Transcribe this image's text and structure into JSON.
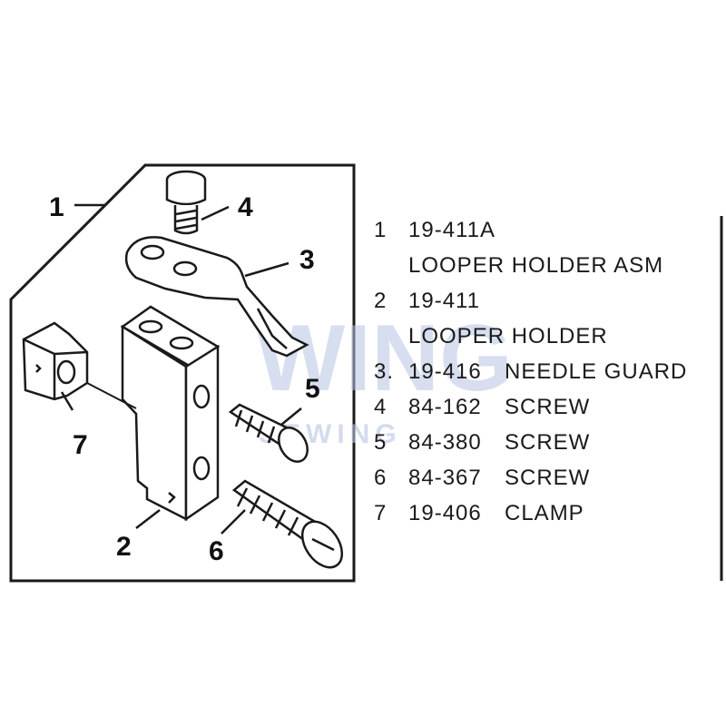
{
  "callouts": {
    "c1": "1",
    "c2": "2",
    "c3": "3",
    "c4": "4",
    "c5": "5",
    "c6": "6",
    "c7": "7"
  },
  "watermark": {
    "main": "WING",
    "sub": "SEWING"
  },
  "parts": [
    {
      "num": "1",
      "code": "19-411A",
      "name": "LOOPER HOLDER ASM"
    },
    {
      "num": "2",
      "code": "19-411",
      "name": "LOOPER HOLDER"
    },
    {
      "num": "3.",
      "code": "19-416",
      "name": "NEEDLE GUARD"
    },
    {
      "num": "4",
      "code": "84-162",
      "name": "SCREW"
    },
    {
      "num": "5",
      "code": "84-380",
      "name": "SCREW"
    },
    {
      "num": "6",
      "code": "84-367",
      "name": "SCREW"
    },
    {
      "num": "7",
      "code": "19-406",
      "name": "CLAMP"
    }
  ]
}
